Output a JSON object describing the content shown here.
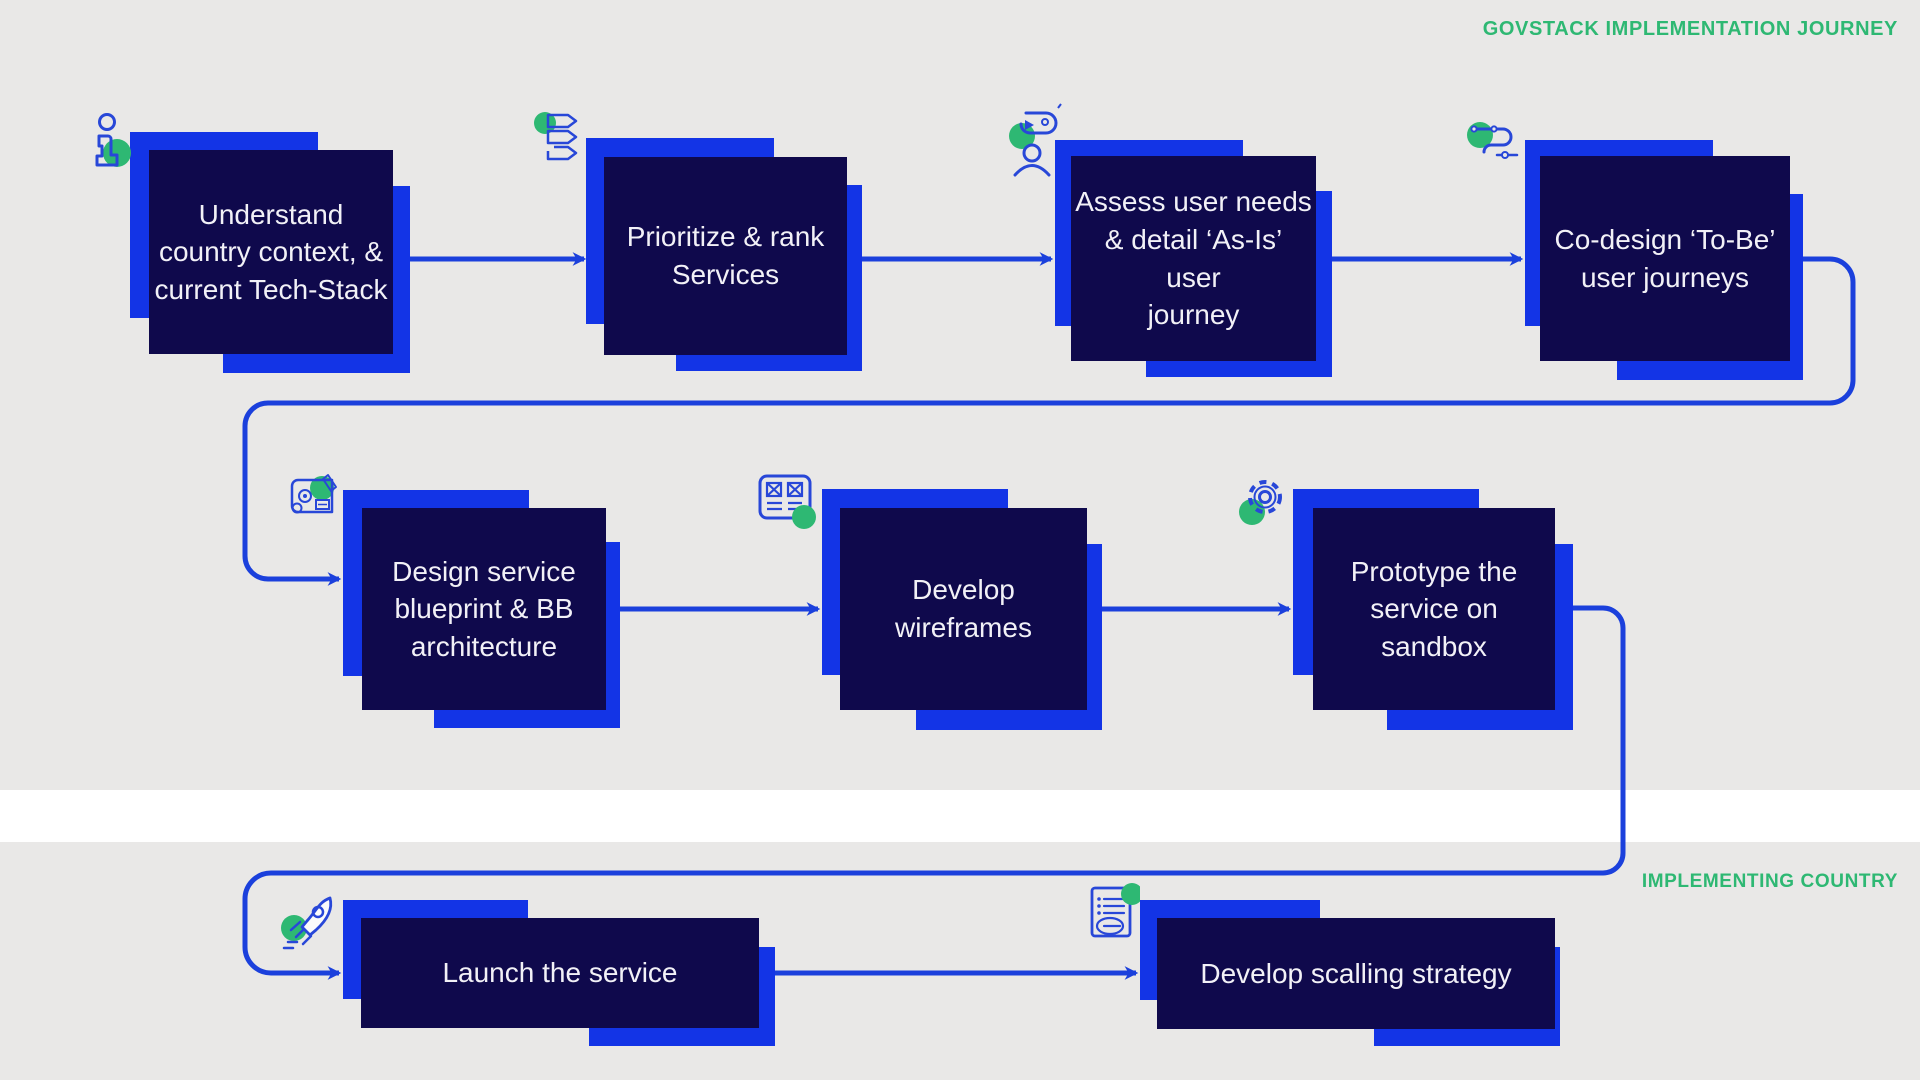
{
  "title": "GovStack implementation journey flow diagram",
  "labels": {
    "journey": "GOVSTACK IMPLEMENTATION JOURNEY",
    "country": "IMPLEMENTING COUNTRY"
  },
  "colors": {
    "background": "#e9e8e7",
    "divider_band": "#ffffff",
    "shadow_blue": "#1334e6",
    "connector_blue": "#1b40dc",
    "card_navy": "#0f094c",
    "accent_green": "#2eb873",
    "card_text": "#f2f1f7",
    "label_green": "#2eb873"
  },
  "steps": [
    {
      "label": "Understand\ncountry context, &\ncurrent Tech-Stack",
      "icon": "person-info-icon"
    },
    {
      "label": "Prioritize & rank\nServices",
      "icon": "ranked-tags-icon"
    },
    {
      "label": "Assess user needs\n& detail ‘As-Is’ user\njourney",
      "icon": "user-interview-icon"
    },
    {
      "label": "Co-design ‘To-Be’\nuser journeys",
      "icon": "journey-route-icon"
    },
    {
      "label": "Design service\nblueprint & BB\narchitecture",
      "icon": "blueprint-icon"
    },
    {
      "label": "Develop\nwireframes",
      "icon": "wireframe-icon"
    },
    {
      "label": "Prototype the\nservice on sandbox",
      "icon": "gear-icon"
    },
    {
      "label": "Launch the service",
      "icon": "rocket-icon"
    },
    {
      "label": "Develop scalling strategy",
      "icon": "scaling-document-icon"
    }
  ]
}
